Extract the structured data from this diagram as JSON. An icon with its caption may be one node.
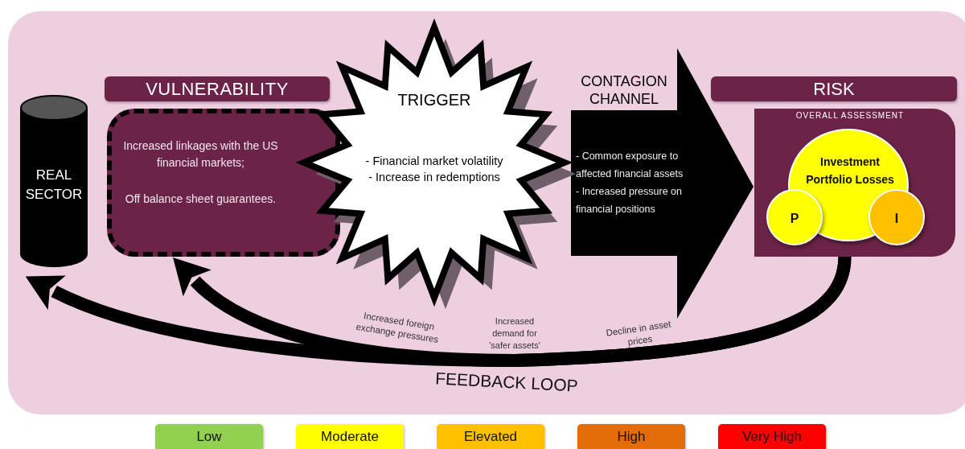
{
  "diagram": {
    "nodes": [
      {
        "text": [
          "VULNERABILITY"
        ]
      },
      {
        "text": [
          "RISK"
        ]
      },
      {
        "text": [
          "REAL SECTOR"
        ]
      },
      {
        "text": [
          "Increased linkages with the US financial markets;",
          "Off balance sheet guarantees."
        ]
      },
      {
        "text": [
          "TRIGGER",
          "- Financial market volatility",
          "- Increase in redemptions"
        ]
      },
      {
        "text": [
          "CONTAGION CHANNEL",
          "- Common exposure to affected financial assets",
          "- Increased pressure on financial positions"
        ]
      },
      {
        "text": [],
        "shape": "box"
      },
      {
        "text": [
          "OVERALL ASSESSMENT",
          "Investment Portfolio Losses"
        ],
        "in": 6
      },
      {
        "text": [
          "P"
        ],
        "in": 6
      },
      {
        "text": [
          "I"
        ],
        "in": 6
      }
    ],
    "edges": [
      {
        "from": 6,
        "to": 2,
        "arrow": "to"
      },
      {
        "from": 6,
        "to": 3,
        "arrow": "to"
      }
    ],
    "labels": [
      "Increased foreign exchange pressures",
      "Increased demand for 'safer assets'",
      "Decline in asset prices",
      "FEEDBACK LOOP"
    ],
    "legend": [
      {
        "text": "Low",
        "color": "#92d050"
      },
      {
        "text": "Moderate",
        "color": "#ffff00"
      },
      {
        "text": "Elevated",
        "color": "#ffc000"
      },
      {
        "text": "High",
        "color": "#e36c09"
      },
      {
        "text": "Very High",
        "color": "#ff0000"
      }
    ]
  }
}
